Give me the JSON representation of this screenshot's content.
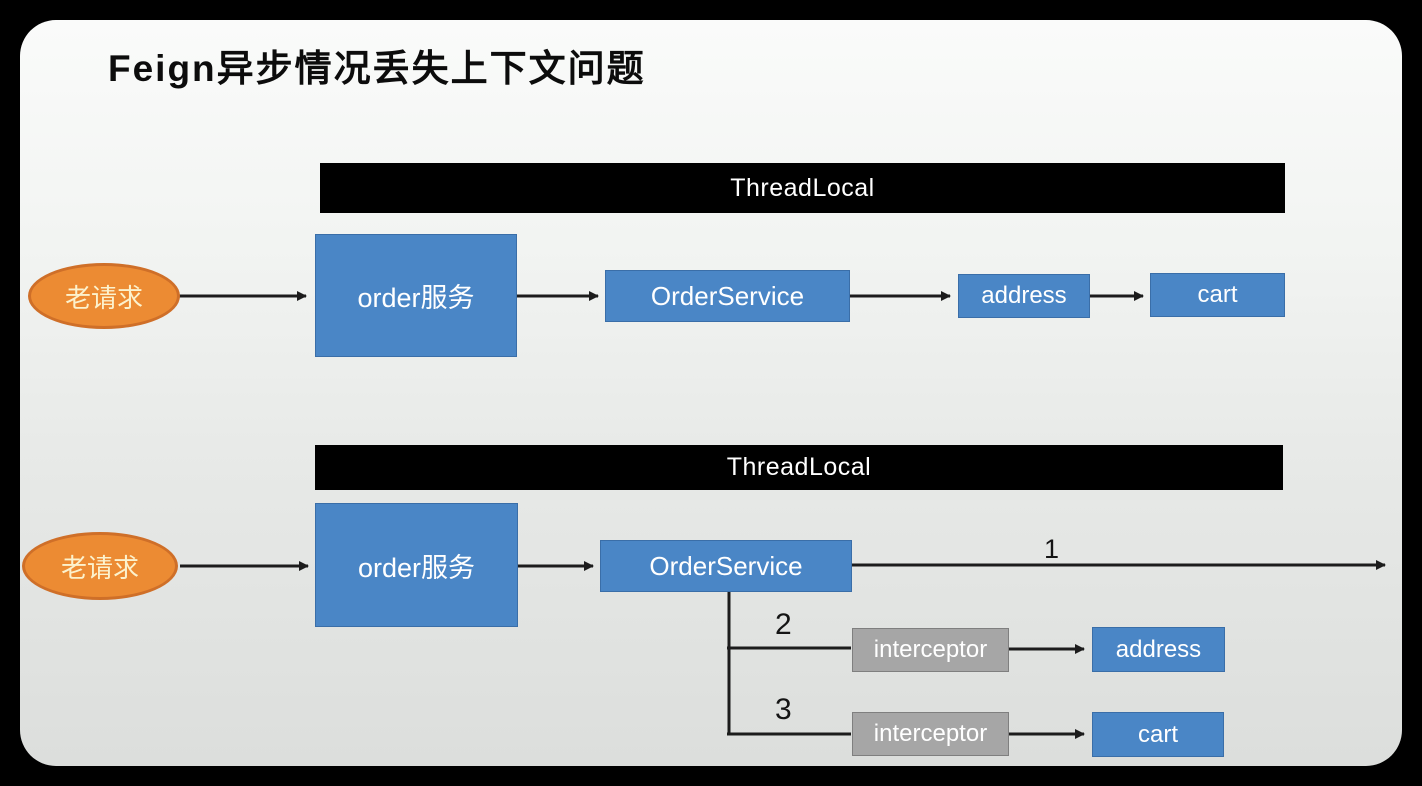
{
  "title": "Feign异步情况丢失上下文问题",
  "colors": {
    "node_blue": "#4a86c6",
    "node_gray": "#a6a6a6",
    "ellipse_orange": "#ec8b33",
    "bar_black": "#000000",
    "arrow_black": "#1c1c1c",
    "panel_bg_top": "#fafbfa",
    "panel_bg_bottom": "#dcdedc"
  },
  "top_flow": {
    "threadlocal": "ThreadLocal",
    "request": "老请求",
    "order_app": "order服务",
    "order_service": "OrderService",
    "address": "address",
    "cart": "cart"
  },
  "bottom_flow": {
    "threadlocal": "ThreadLocal",
    "request": "老请求",
    "order_app": "order服务",
    "order_service": "OrderService",
    "interceptor_a": "interceptor",
    "interceptor_b": "interceptor",
    "address": "address",
    "cart": "cart",
    "branch_1": "1",
    "branch_2": "2",
    "branch_3": "3"
  }
}
